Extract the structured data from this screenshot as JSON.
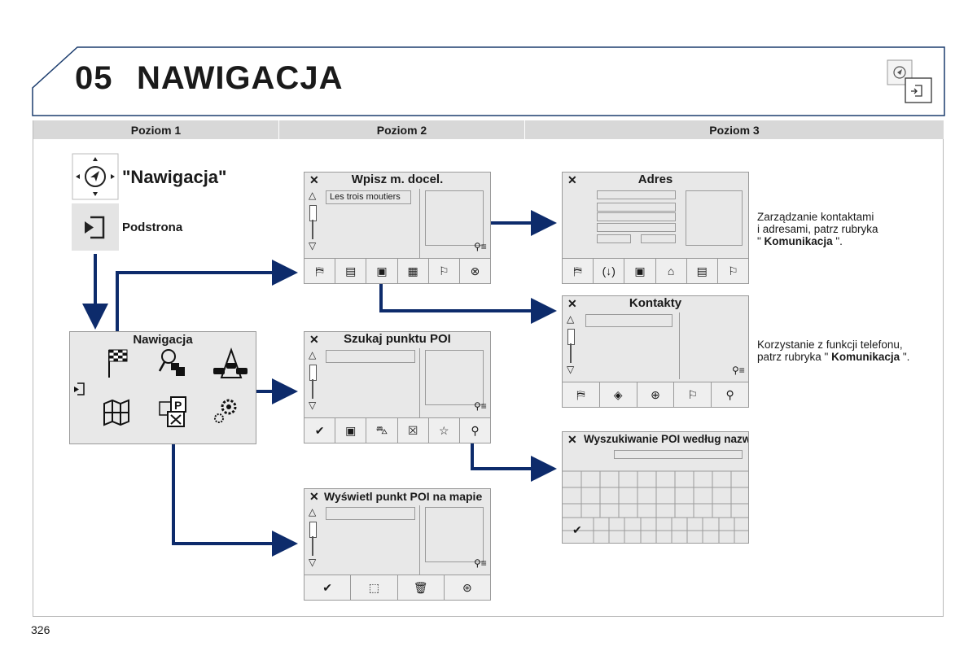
{
  "header": {
    "chapter_number": "05",
    "chapter_title": "NAWIGACJA"
  },
  "columns": [
    "Poziom 1",
    "Poziom 2",
    "Poziom 3"
  ],
  "level1": {
    "nav_label": "\"Nawigacja\"",
    "sub_label": "Podstrona"
  },
  "nav_menu": {
    "title": "Nawigacja"
  },
  "screens": {
    "destination": {
      "title": "Wpisz m. docel.",
      "field_value": "Les trois moutiers"
    },
    "poi_search": {
      "title": "Szukaj punktu POI"
    },
    "poi_map": {
      "title": "Wyświetl punkt POI na mapie"
    },
    "address": {
      "title": "Adres"
    },
    "contacts": {
      "title": "Kontakty"
    },
    "poi_by_name": {
      "title": "Wyszukiwanie POI według nazwy"
    }
  },
  "notes": {
    "contacts_note": {
      "line1": "Zarządzanie kontaktami",
      "line2": "i adresami, patrz rubryka",
      "prefix": "\" ",
      "bold": "Komunikacja",
      "suffix": " \"."
    },
    "phone_note": {
      "line1": "Korzystanie z funkcji telefonu,",
      "prefix": "patrz rubryka \" ",
      "bold": "Komunikacja",
      "suffix": " \"."
    }
  },
  "page_number": "326",
  "colors": {
    "arrow": "#0d2b6b",
    "header_border": "#1c3d6e",
    "screen_bg": "#e8e8e8",
    "col_head_bg": "#d8d8d8"
  }
}
